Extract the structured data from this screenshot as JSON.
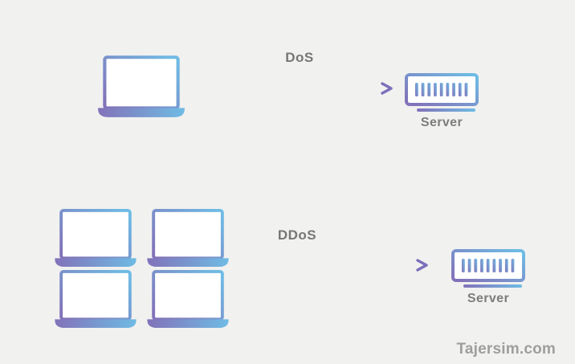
{
  "canvas": {
    "background": "#f1f1f0"
  },
  "colors": {
    "gradient_purple": "#8272b9",
    "gradient_blue": "#6fbbe4",
    "arrow_start_blue": "#73c7e6",
    "arrow_end_purple": "#7a70ba",
    "label_gray": "#767676",
    "server_label_gray": "#7d7d7d",
    "watermark_gray": "#9e9e9e",
    "icon_fill": "#ffffff"
  },
  "dos_flow": {
    "attack_label": "DoS",
    "attacker_count": 1,
    "server_label": "Server",
    "icons": [
      "laptop-icon",
      "arrow-right-icon",
      "server-icon"
    ]
  },
  "ddos_flow": {
    "attack_label": "DDoS",
    "attacker_count": 4,
    "server_label": "Server",
    "icons": [
      "laptop-icon",
      "laptop-icon",
      "laptop-icon",
      "laptop-icon",
      "arrow-right-icon",
      "server-icon"
    ]
  },
  "watermark": {
    "text": "Tajersim.com"
  }
}
